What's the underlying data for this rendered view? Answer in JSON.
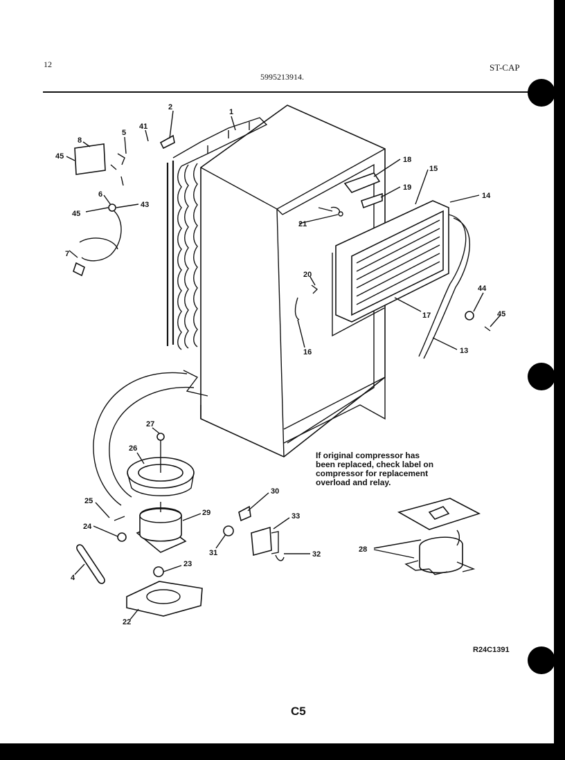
{
  "header": {
    "page_number": "12",
    "model_number": "5995213914.",
    "model_code": "ST-CAP"
  },
  "labels": [
    "1",
    "2",
    "5",
    "6",
    "7",
    "8",
    "13",
    "14",
    "15",
    "16",
    "17",
    "18",
    "19",
    "20",
    "21",
    "22",
    "23",
    "24",
    "25",
    "26",
    "27",
    "28",
    "29",
    "30",
    "31",
    "32",
    "33",
    "41",
    "43",
    "44",
    "45",
    "4"
  ],
  "note_lines": [
    "If original compressor has",
    "been replaced, check label on",
    "compressor for replacement",
    "overload and relay."
  ],
  "diagram_code": "R24C1391",
  "footer": "C5",
  "colors": {
    "ink": "#111111",
    "paper": "#ffffff",
    "border": "#000000"
  }
}
